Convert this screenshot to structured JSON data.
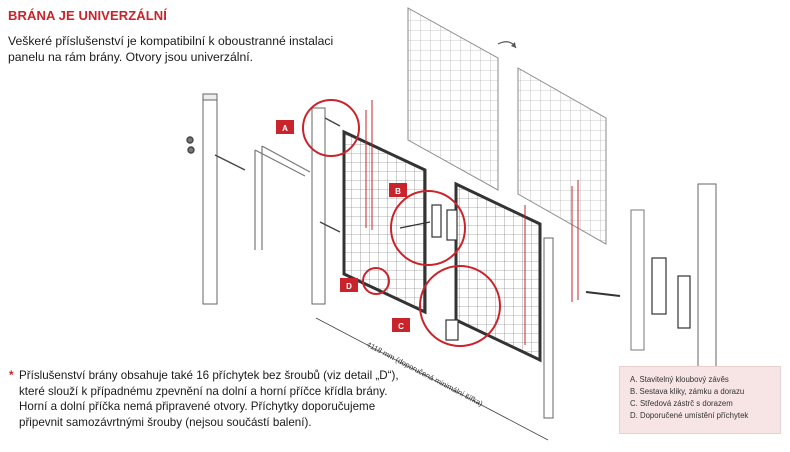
{
  "title": "BRÁNA JE UNIVERZÁLNÍ",
  "intro_lines": [
    "Veškeré příslušenství je kompatibilní k oboustranné instalaci",
    "panelu na rám brány. Otvory jsou univerzální."
  ],
  "note_marker": "*",
  "note_lines": [
    "Příslušenství brány obsahuje také 16 příchytek bez šroubů (viz detail „D“),",
    "které slouží k případnému zpevnění na dolní a horní příčce křídla brány.",
    "Horní a dolní příčka nemá připravené otvory. Příchytky doporučujeme",
    "připevnit samozávrtnými šrouby (nejsou součástí balení)."
  ],
  "callouts": [
    "A",
    "B",
    "C",
    "D"
  ],
  "dimension_label": "4118 mm (doporučená minimální šířka)",
  "legend": [
    "A. Stavitelný kloubový závěs",
    "B. Sestava kliky, zámku a dorazu",
    "C. Středová zástrč s dorazem",
    "D. Doporučené umístění příchytek"
  ],
  "colors": {
    "accent_red": "#c9232b",
    "legend_bg": "#f7e4e4",
    "line_gray": "#555555"
  }
}
